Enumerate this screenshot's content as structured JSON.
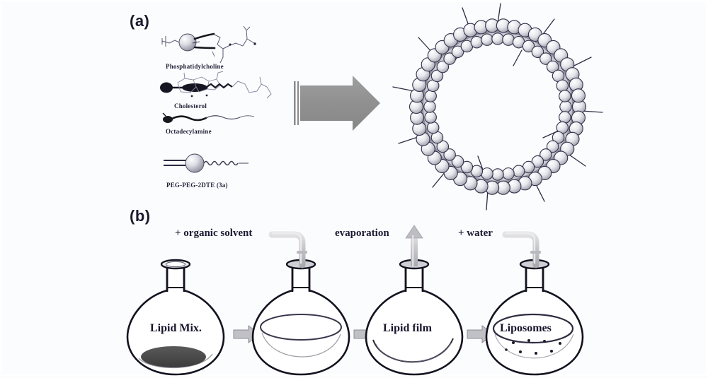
{
  "figure": {
    "background_color": "#fafcfe",
    "ink_color": "#1d1a33",
    "accent_gray": "#9a9a9a"
  },
  "panel_a": {
    "label": "(a)",
    "description": "Lipid components assembling into a PEGylated liposome bilayer",
    "components": [
      {
        "name": "phosphatidylcholine",
        "label": "Phosphatidylcholine",
        "icon": "sphere-head-two-tails-icon"
      },
      {
        "name": "cholesterol",
        "label": "Cholesterol",
        "icon": "steroid-ring-icon"
      },
      {
        "name": "octadecylamine",
        "label": "Octadecylamine",
        "icon": "amine-chain-icon"
      },
      {
        "name": "peg-lipid",
        "label": "PEG-PEG-2DTE (3a)",
        "icon": "pegylated-lipid-icon"
      }
    ],
    "arrow": {
      "name": "assembly-arrow",
      "direction": "right",
      "color": "#8e8e8e"
    },
    "liposome": {
      "name": "liposome-bilayer",
      "layers": 2,
      "outer_heads": 46,
      "inner_heads": 40,
      "peg_spikes": 12,
      "head_color": "#f2f2f6",
      "outline_color": "#33304a"
    }
  },
  "panel_b": {
    "label": "(b)",
    "description": "Thin-film hydration method for liposome preparation",
    "steps": [
      {
        "name": "step-lipid-mix",
        "flask_text": "Lipid Mix.",
        "caption": "",
        "content": "dark lipid pellet",
        "content_color": "#4d4d4d",
        "tube": false,
        "up_arrow": false,
        "dots": 0
      },
      {
        "name": "step-dissolve",
        "flask_text": "",
        "caption": "+ organic solvent",
        "content": "solvent level ellipse",
        "content_color": "#ffffff",
        "tube": true,
        "up_arrow": false,
        "dots": 0
      },
      {
        "name": "step-lipid-film",
        "flask_text": "Lipid film",
        "caption": "evaporation",
        "content": "thin film crescent",
        "content_color": "#ffffff",
        "tube": false,
        "up_arrow": true,
        "dots": 0
      },
      {
        "name": "step-liposomes",
        "flask_text": "Liposomes",
        "caption": "+ water",
        "content": "water with suspended liposomes",
        "content_color": "#ffffff",
        "tube": true,
        "up_arrow": false,
        "dots": 8
      }
    ],
    "transition_arrows": 3,
    "arrow_color": "#b3b3b8"
  }
}
